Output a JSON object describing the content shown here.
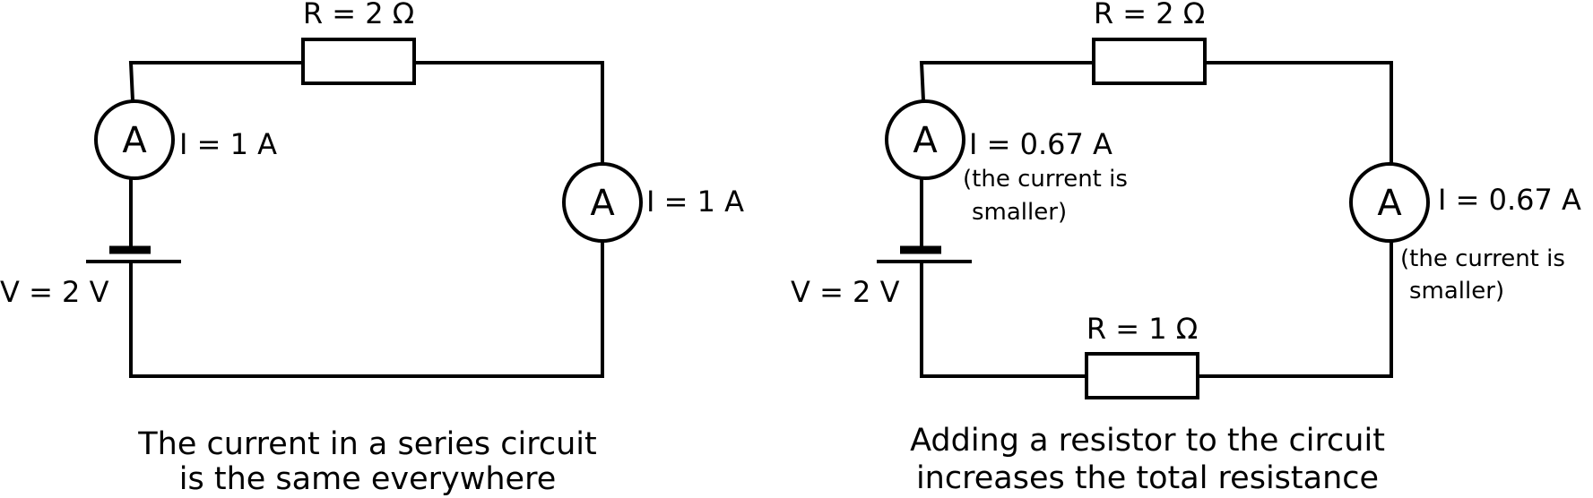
{
  "left_circuit": {
    "resistor_label": "R = 2 Ω",
    "ammeter_symbol": "A",
    "ammeter1_reading": "I = 1 A",
    "ammeter2_reading": "I = 1 A",
    "battery_label": "V = 2 V",
    "caption_line1": "The current in a series circuit",
    "caption_line2": "is the same everywhere"
  },
  "right_circuit": {
    "resistor1_label": "R = 2 Ω",
    "resistor2_label": "R = 1 Ω",
    "ammeter_symbol": "A",
    "ammeter1_reading": "I = 0.67 A",
    "ammeter1_note_line1": "(the current is",
    "ammeter1_note_line2": "smaller)",
    "ammeter2_reading": "I = 0.67 A",
    "ammeter2_note_line1": "(the current is",
    "ammeter2_note_line2": "smaller)",
    "battery_label": "V = 2 V",
    "caption_line1": "Adding a resistor to the circuit",
    "caption_line2": "increases the total resistance"
  }
}
